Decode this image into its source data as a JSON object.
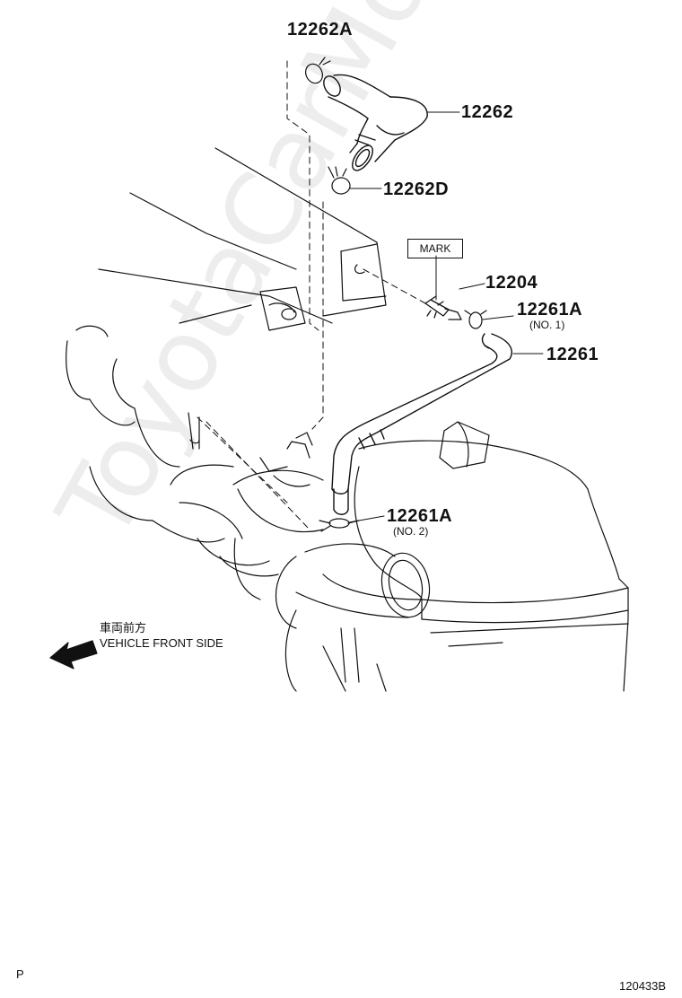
{
  "labels": {
    "hose_clamp_top": "12262A",
    "ventilation_hose_2": "12262",
    "hose_clamp_lower": "12262D",
    "mark": "MARK",
    "pcv_valve": "12204",
    "clamp_no1": "12261A",
    "clamp_no1_sub": "(NO. 1)",
    "ventilation_hose": "12261",
    "clamp_no2": "12261A",
    "clamp_no2_sub": "(NO. 2)"
  },
  "front": {
    "japanese": "車両前方",
    "english": "VEHICLE FRONT SIDE"
  },
  "watermark": "ToyotaCarMore.ru",
  "corner_left": "P",
  "figure_code": "120433B",
  "colors": {
    "line": "#111111",
    "watermark": "#ededed",
    "background": "#ffffff"
  }
}
